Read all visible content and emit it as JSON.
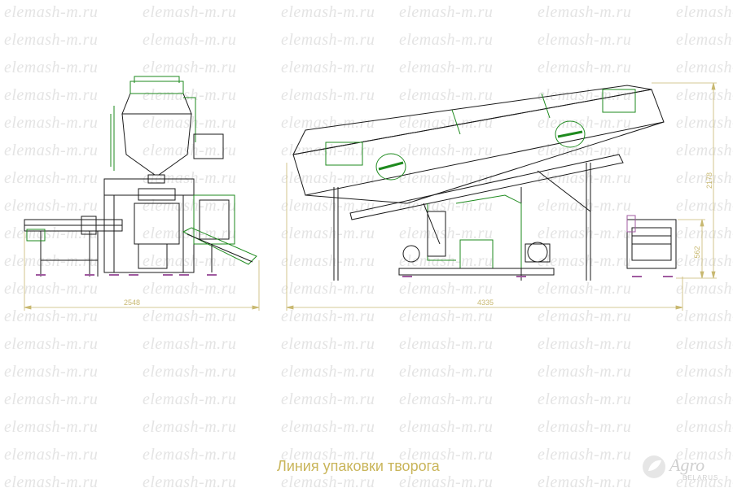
{
  "watermark": "elemash-m.ru",
  "caption": "Линия упаковки творога",
  "dimensions": {
    "left_width": "2548",
    "right_width": "4335",
    "right_height": "2178",
    "right_low_height": "562"
  },
  "logo": {
    "main": "Agro",
    "sub": "BELARUS"
  },
  "colors": {
    "line": "#1a1a1a",
    "accent": "#1e8a1e",
    "dimension": "#c8b870",
    "watermark": "#e4e4e4"
  }
}
